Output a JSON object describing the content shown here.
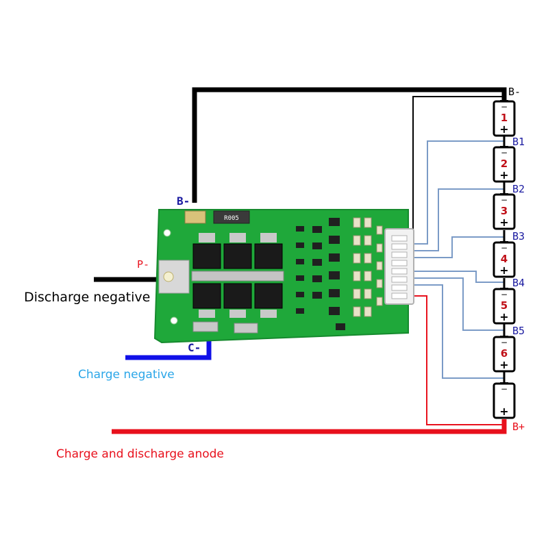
{
  "labels": {
    "b_minus_board": "B-",
    "p_minus": "P-",
    "c_minus": "C-",
    "discharge_negative": "Discharge negative",
    "charge_negative": "Charge negative",
    "charge_discharge_anode": "Charge and discharge anode"
  },
  "terminals": [
    "B-",
    "B1",
    "B2",
    "B3",
    "B4",
    "B5",
    "B+"
  ],
  "cells": [
    {
      "number": "1"
    },
    {
      "number": "2"
    },
    {
      "number": "3"
    },
    {
      "number": "4"
    },
    {
      "number": "5"
    },
    {
      "number": "6"
    },
    {
      "number": ""
    }
  ],
  "cell_symbols": {
    "minus": "−",
    "plus": "+"
  },
  "board": {
    "resistor_text": "R005"
  },
  "colors": {
    "black_wire": "#000000",
    "blue_wire": "#1010e8",
    "red_wire": "#e8101c",
    "balance_wire": "#7a9ac6",
    "pcb_green": "#1fa83a",
    "label_blue": "#2aa6e8",
    "label_red": "#e8101c",
    "cell_number_red": "#c01018",
    "terminal_blue": "#1a1aa0"
  }
}
